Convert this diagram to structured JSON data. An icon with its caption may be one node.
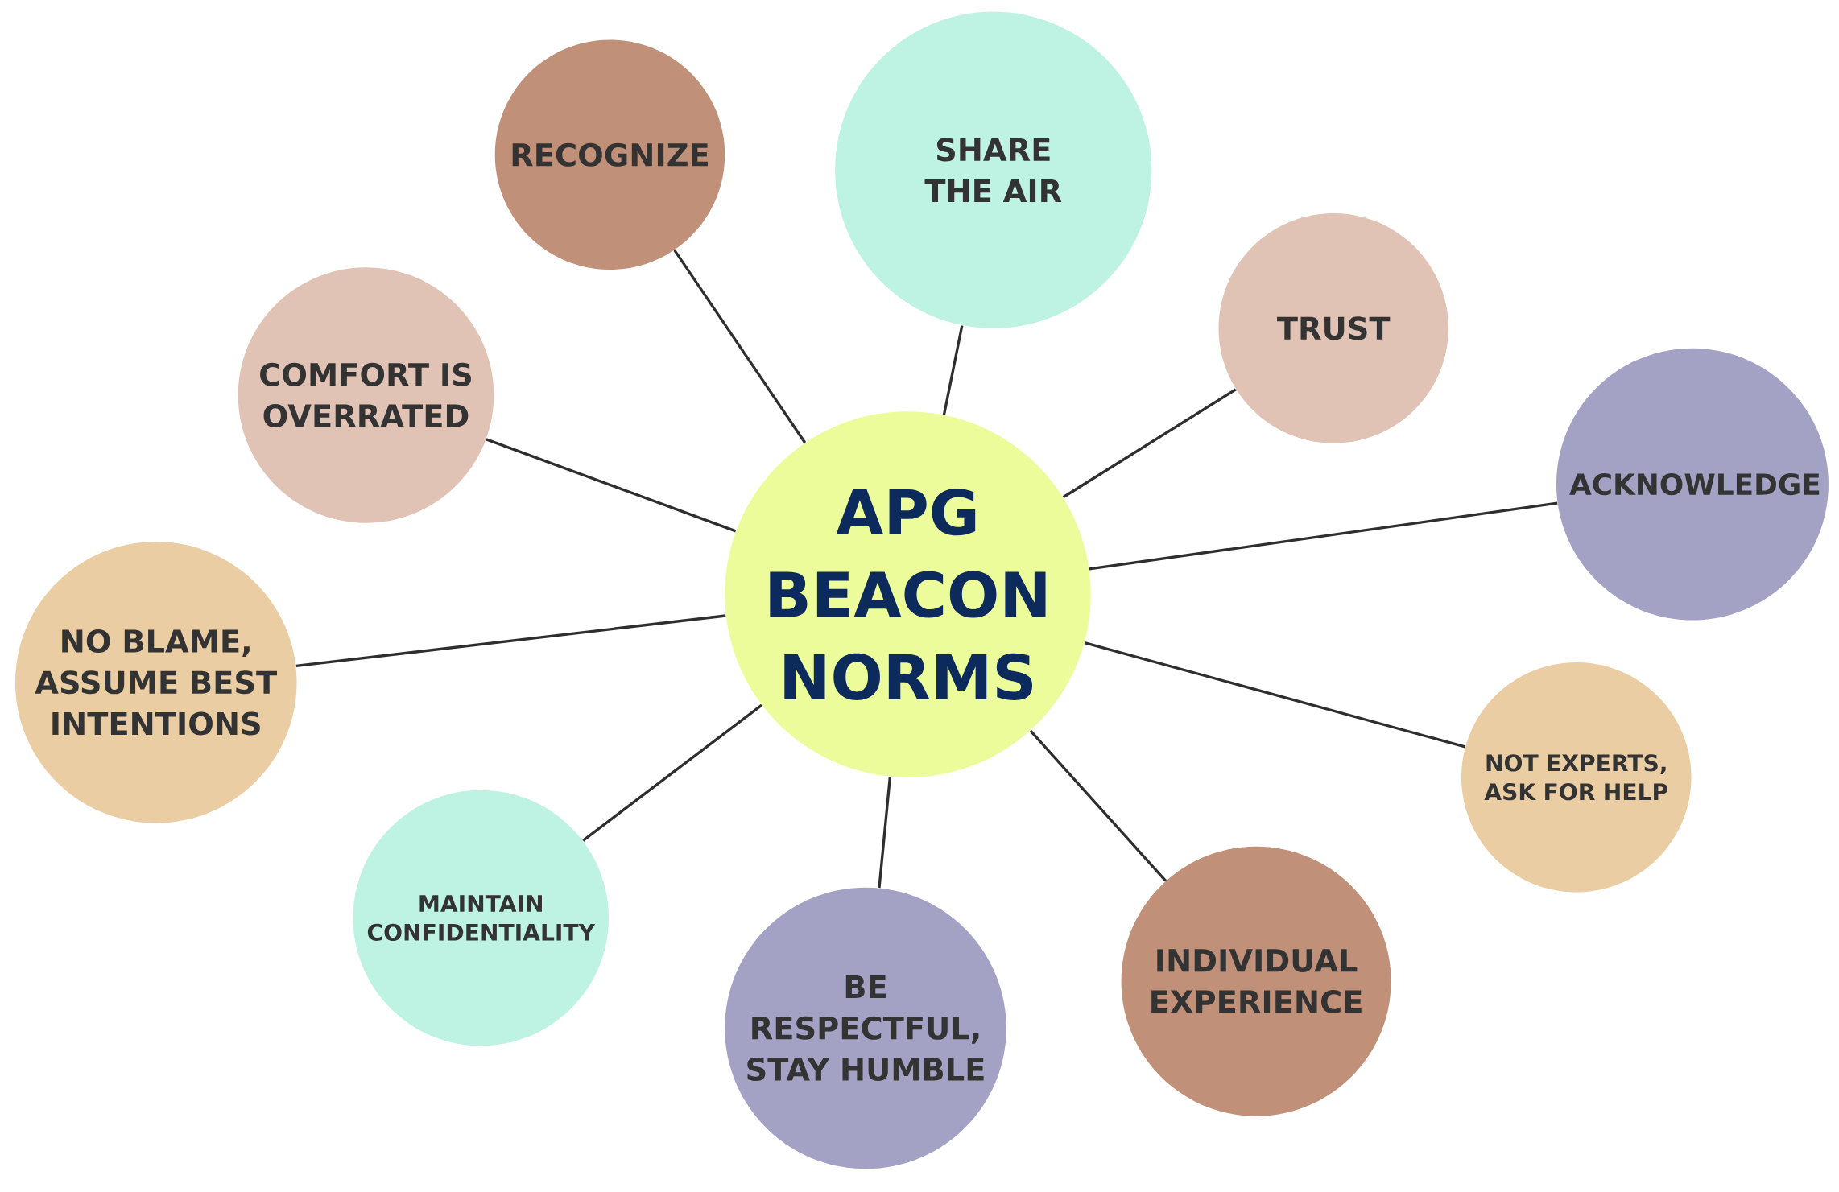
{
  "diagram": {
    "nodes": [
      {
        "text": [
          "APG BEACON NORMS"
        ]
      },
      {
        "text": [
          "RECOGNIZE"
        ]
      },
      {
        "text": [
          "SHARE THE AIR"
        ]
      },
      {
        "text": [
          "TRUST"
        ]
      },
      {
        "text": [
          "ACKNOWLEDGE"
        ]
      },
      {
        "text": [
          "NOT EXPERTS, ASK FOR HELP"
        ]
      },
      {
        "text": [
          "INDIVIDUAL EXPERIENCE"
        ]
      },
      {
        "text": [
          "BE RESPECTFUL, STAY HUMBLE"
        ]
      },
      {
        "text": [
          "MAINTAIN CONFIDENTIALITY"
        ]
      },
      {
        "text": [
          "NO BLAME, ASSUME BEST INTENTIONS"
        ]
      },
      {
        "text": [
          "COMFORT IS OVERRATED"
        ]
      }
    ],
    "edges": [
      {
        "from": 0,
        "to": 1,
        "arrow": "none"
      },
      {
        "from": 0,
        "to": 2,
        "arrow": "none"
      },
      {
        "from": 0,
        "to": 3,
        "arrow": "none"
      },
      {
        "from": 0,
        "to": 4,
        "arrow": "none"
      },
      {
        "from": 0,
        "to": 5,
        "arrow": "none"
      },
      {
        "from": 0,
        "to": 6,
        "arrow": "none"
      },
      {
        "from": 0,
        "to": 7,
        "arrow": "none"
      },
      {
        "from": 0,
        "to": 8,
        "arrow": "none"
      },
      {
        "from": 0,
        "to": 9,
        "arrow": "none"
      },
      {
        "from": 0,
        "to": 10,
        "arrow": "none"
      }
    ]
  }
}
